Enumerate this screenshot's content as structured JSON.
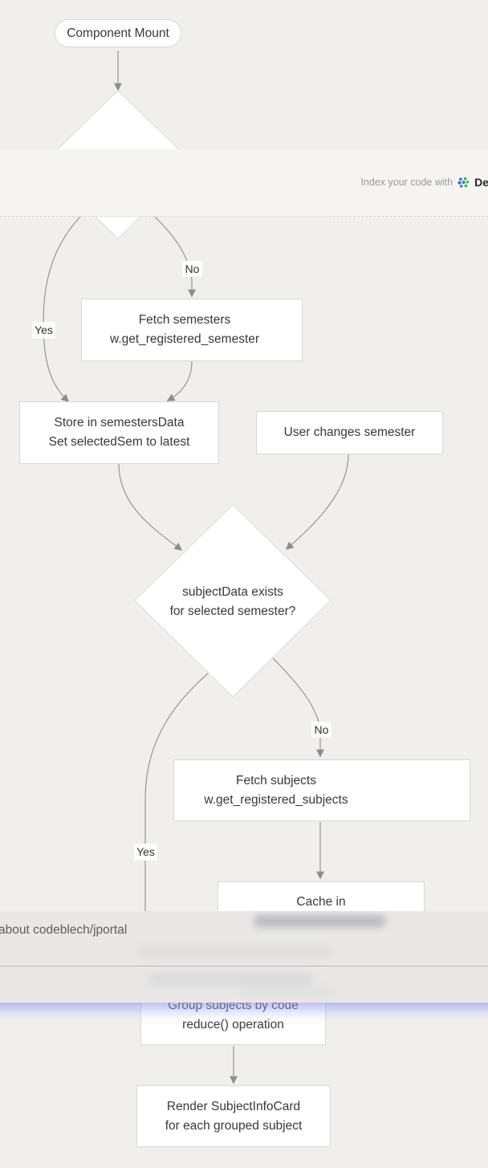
{
  "colors": {
    "background": "#f0efed",
    "banner_background": "#f5f4f2",
    "node_fill": "#ffffff",
    "node_border": "#d8d7d5",
    "edge": "#8e8e8e",
    "text": "#383838",
    "muted_text": "#9b9a97",
    "overlay_gray": "#e9e8e7",
    "accent_lavender": "#9492eb",
    "brand_blue": "#3b6fe0",
    "brand_green": "#2ba866"
  },
  "top_banner": {
    "prompt": "Index your code with",
    "brand": "De",
    "icon": "deepwiki-logo"
  },
  "bottom_overlay": {
    "title": "about codeblech/jportal"
  },
  "flowchart": {
    "nodes": {
      "component_mount": {
        "label": "Component Mount"
      },
      "semesters_decision": {
        "note": "diamond mostly hidden behind banner, text not visible"
      },
      "fetch_semesters": {
        "lines": [
          "Fetch semesters",
          "w.get_registered_semester"
        ]
      },
      "store_semesters": {
        "lines": [
          "Store in semestersData",
          "Set selectedSem to latest"
        ]
      },
      "user_changes_semester": {
        "label": "User changes semester"
      },
      "subject_data_exists": {
        "lines": [
          "subjectData exists",
          "for selected semester?"
        ]
      },
      "fetch_subjects": {
        "lines": [
          "Fetch subjects",
          "w.get_registered_subjects"
        ]
      },
      "cache_in": {
        "label": "Cache in"
      },
      "group_subjects": {
        "lines": [
          "Group subjects by code",
          "reduce() operation"
        ]
      },
      "render_subject_card": {
        "lines": [
          "Render SubjectInfoCard",
          "for each grouped subject"
        ]
      }
    },
    "edge_labels": {
      "yes_semesters": "Yes",
      "no_semesters": "No",
      "yes_subjects": "Yes",
      "no_subjects": "No"
    },
    "edges": [
      {
        "from": "component_mount",
        "to": "semesters_decision"
      },
      {
        "from": "semesters_decision",
        "to": "store_semesters",
        "label": "Yes"
      },
      {
        "from": "semesters_decision",
        "to": "fetch_semesters",
        "label": "No"
      },
      {
        "from": "fetch_semesters",
        "to": "store_semesters"
      },
      {
        "from": "store_semesters",
        "to": "subject_data_exists"
      },
      {
        "from": "user_changes_semester",
        "to": "subject_data_exists"
      },
      {
        "from": "subject_data_exists",
        "to": "group_subjects",
        "label": "Yes"
      },
      {
        "from": "subject_data_exists",
        "to": "fetch_subjects",
        "label": "No"
      },
      {
        "from": "fetch_subjects",
        "to": "cache_in"
      },
      {
        "from": "group_subjects",
        "to": "render_subject_card"
      }
    ]
  }
}
